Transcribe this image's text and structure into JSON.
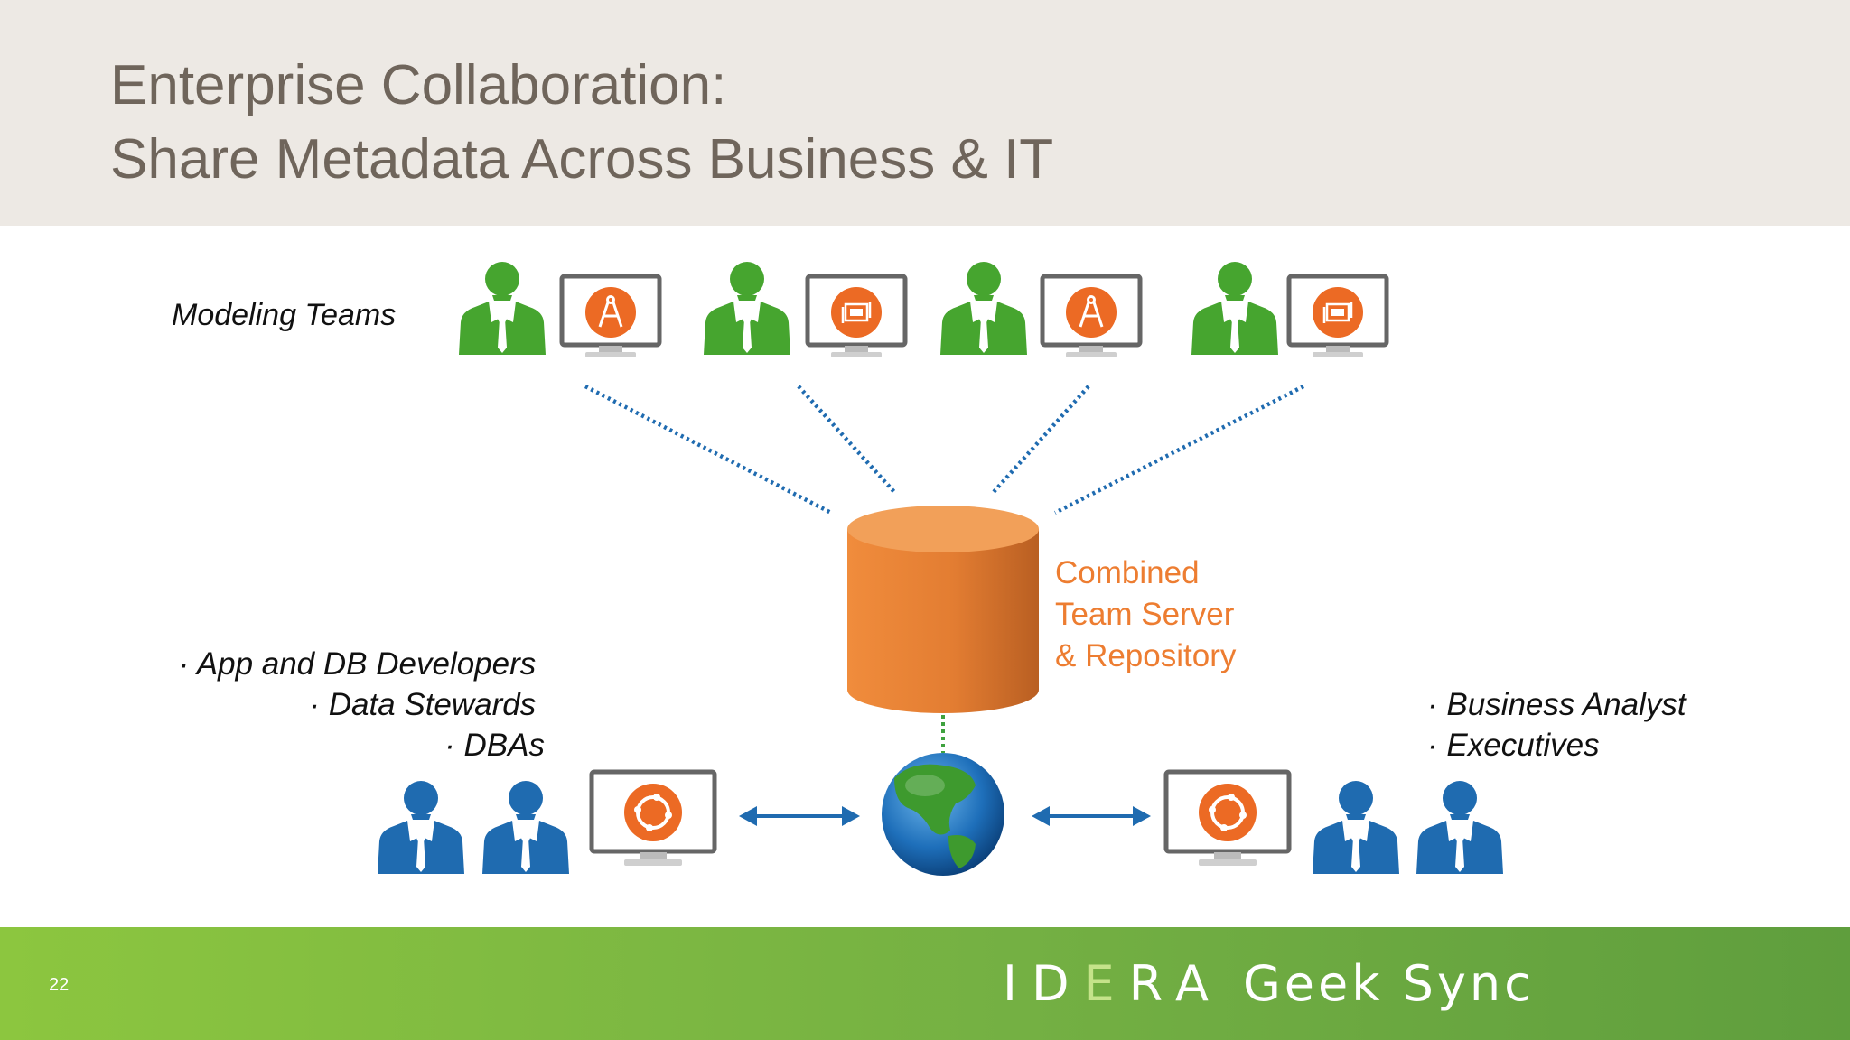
{
  "header": {
    "title_line1": "Enterprise Collaboration:",
    "title_line2": "Share Metadata Across Business & IT"
  },
  "diagram": {
    "modeling_teams_label": "Modeling Teams",
    "server_label": [
      "Combined",
      "Team Server",
      "& Repository"
    ],
    "left_roles": [
      "· App and DB Developers",
      "· Data Stewards",
      "· DBAs"
    ],
    "right_roles": [
      "· Business Analyst",
      "· Executives"
    ],
    "colors": {
      "modeler": "#46a52f",
      "user": "#1f6bb0",
      "repository": "#e07b33",
      "server_text": "#ed7d31",
      "connector": "#1f6bb0",
      "link": "#3fa23f"
    },
    "modeling_team_icons": [
      "compass-icon",
      "blueprint-icon",
      "compass-icon",
      "blueprint-icon"
    ]
  },
  "footer": {
    "page_number": "22",
    "brand_i": "I",
    "brand_d": "D",
    "brand_e": "E",
    "brand_r": "R",
    "brand_a": "A",
    "brand_geek_sync": "Geek Sync"
  }
}
